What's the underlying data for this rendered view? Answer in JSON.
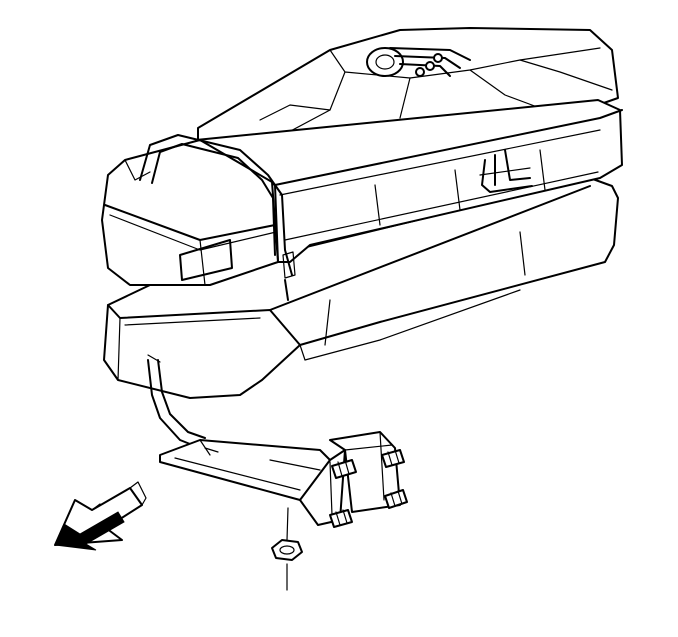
{
  "figure": {
    "components": [
      "fuel-tank",
      "fuel-tank-shield",
      "tank-strap",
      "mounting-bracket",
      "bracket-studs",
      "retaining-nut",
      "fuel-lines",
      "direction-arrow"
    ],
    "colors": {
      "line": "#000000",
      "background": "#ffffff",
      "arrow_fill": "#000000"
    }
  }
}
